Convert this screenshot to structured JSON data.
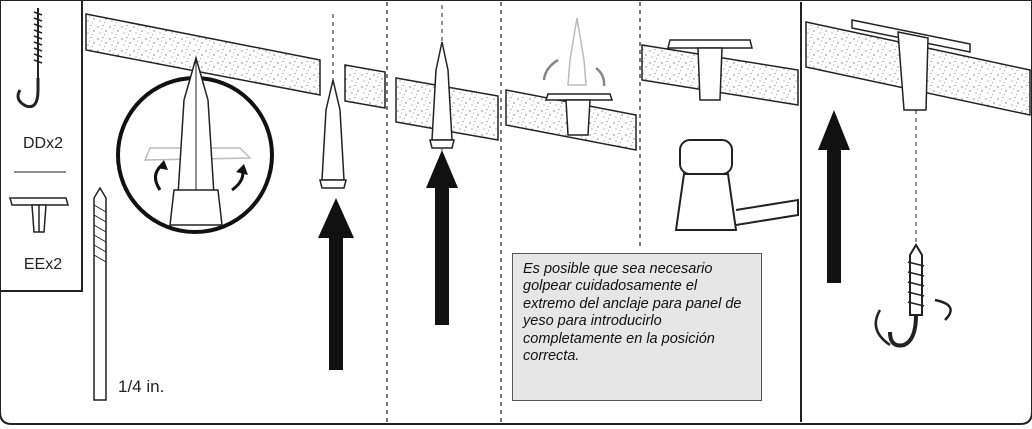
{
  "parts": {
    "hook_label": "DDx2",
    "anchor_label": "EEx2"
  },
  "drill_bit": {
    "size_label": "1/4 in."
  },
  "note": {
    "text": "Es posible que sea necesario golpear cuidadosamente el extremo del anclaje para panel de yeso para introducirlo completamente en la posición correcta."
  },
  "icons": [
    "hook-icon",
    "anchor-icon",
    "drill-bit-icon",
    "rotate-arrows-icon",
    "up-arrow-icon",
    "hammer-icon",
    "hook-screw-icon"
  ],
  "colors": {
    "line": "#222222",
    "note_bg": "#e6e6e6",
    "arrow": "#111111",
    "board": "#ffffff"
  }
}
